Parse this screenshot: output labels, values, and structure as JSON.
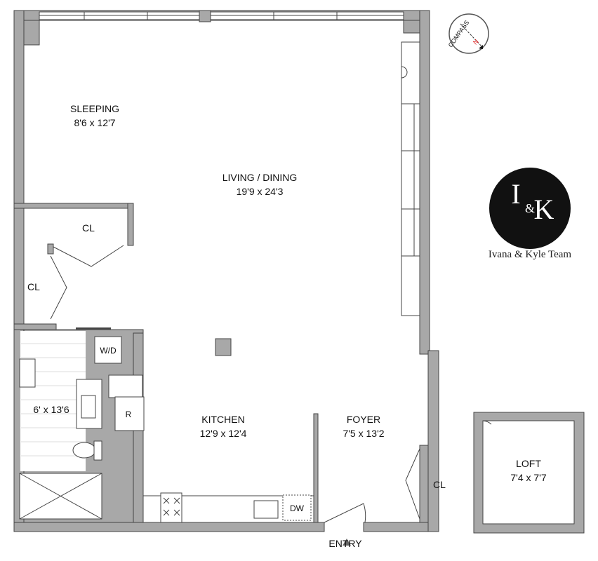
{
  "rooms": {
    "sleeping": {
      "name": "SLEEPING",
      "size": "8'6 x 12'7"
    },
    "living": {
      "name": "LIVING / DINING",
      "size": "19'9 x 24'3"
    },
    "closet_top": {
      "name": "CL"
    },
    "closet_left": {
      "name": "CL"
    },
    "closet_foyer": {
      "name": "CL"
    },
    "bath": {
      "size": "6' x 13'6"
    },
    "kitchen": {
      "name": "KITCHEN",
      "size": "12'9 x 12'4"
    },
    "foyer": {
      "name": "FOYER",
      "size": "7'5 x 13'2"
    },
    "loft": {
      "name": "LOFT",
      "size": "7'4 x 7'7"
    }
  },
  "fixtures": {
    "washer_dryer": "W/D",
    "refrigerator": "R",
    "dishwasher": "DW"
  },
  "entry_label": "ENTRY",
  "compass": {
    "label": "COMPASS",
    "north": "N",
    "north_color": "#e02020"
  },
  "logo": {
    "initial_left": "I",
    "ampersand": "&",
    "initial_right": "K",
    "team_name": "Ivana & Kyle Team",
    "color": "#111111"
  }
}
